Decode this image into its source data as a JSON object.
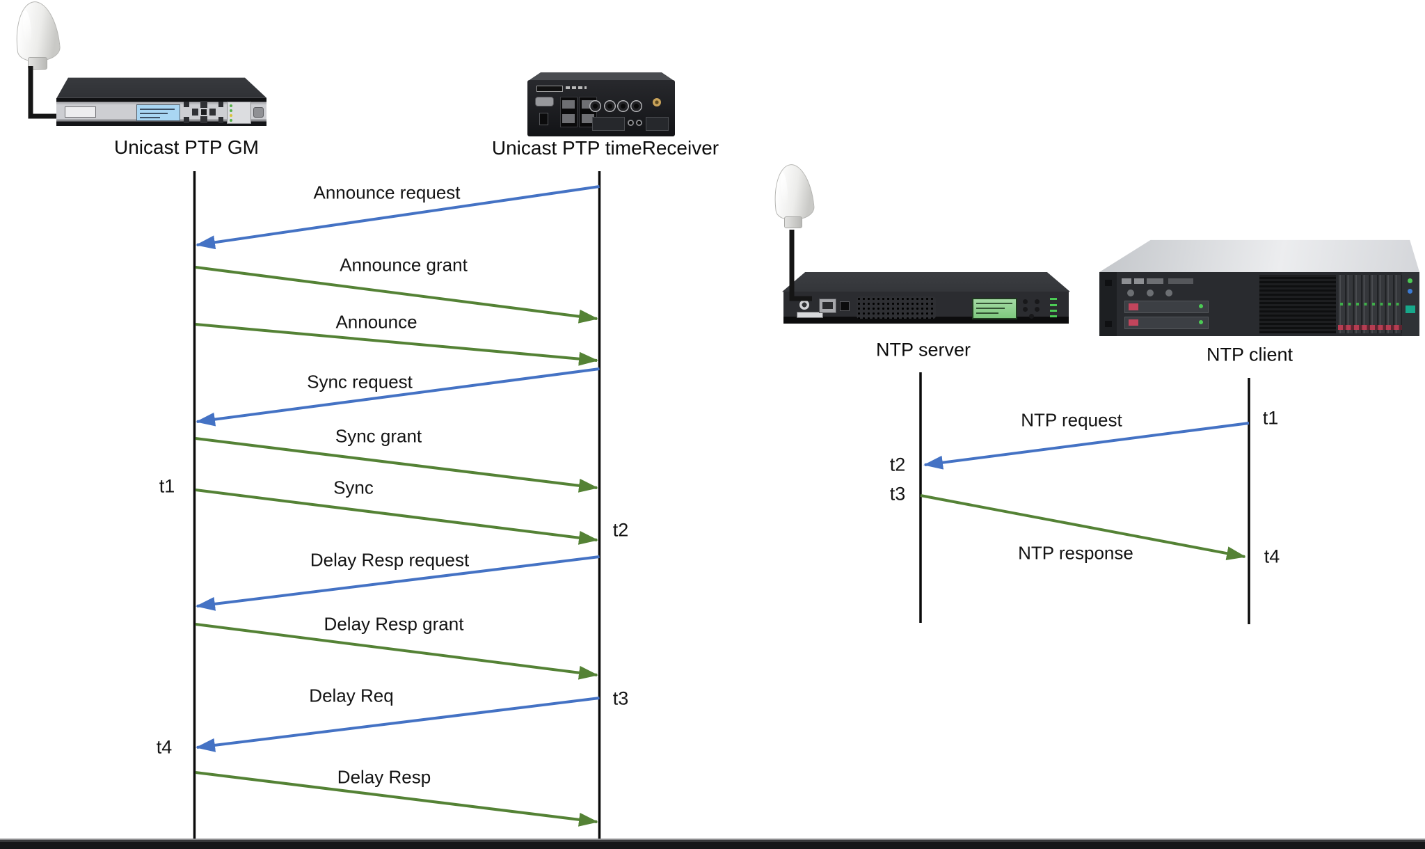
{
  "colors": {
    "request_blue": "#4472c4",
    "grant_green": "#548235",
    "lifeline_black": "#0a0a0a"
  },
  "ptp_diagram": {
    "grandmaster_label": "Unicast PTP GM",
    "receiver_label": "Unicast PTP timeReceiver",
    "messages": [
      {
        "label": "Announce request",
        "direction": "receiver_to_gm",
        "type": "request"
      },
      {
        "label": "Announce grant",
        "direction": "gm_to_receiver",
        "type": "grant"
      },
      {
        "label": "Announce",
        "direction": "gm_to_receiver",
        "type": "grant"
      },
      {
        "label": "Sync request",
        "direction": "receiver_to_gm",
        "type": "request"
      },
      {
        "label": "Sync grant",
        "direction": "gm_to_receiver",
        "type": "grant"
      },
      {
        "label": "Sync",
        "direction": "gm_to_receiver",
        "type": "grant"
      },
      {
        "label": "Delay Resp request",
        "direction": "receiver_to_gm",
        "type": "request"
      },
      {
        "label": "Delay Resp grant",
        "direction": "gm_to_receiver",
        "type": "grant"
      },
      {
        "label": "Delay Req",
        "direction": "receiver_to_gm",
        "type": "request"
      },
      {
        "label": "Delay Resp",
        "direction": "gm_to_receiver",
        "type": "grant"
      }
    ],
    "timestamps": {
      "t1": "t1",
      "t2": "t2",
      "t3": "t3",
      "t4": "t4"
    }
  },
  "ntp_diagram": {
    "server_label": "NTP server",
    "client_label": "NTP client",
    "messages": [
      {
        "label": "NTP request",
        "direction": "client_to_server",
        "type": "request"
      },
      {
        "label": "NTP response",
        "direction": "server_to_client",
        "type": "response"
      }
    ],
    "timestamps": {
      "t1": "t1",
      "t2": "t2",
      "t3": "t3",
      "t4": "t4"
    }
  }
}
